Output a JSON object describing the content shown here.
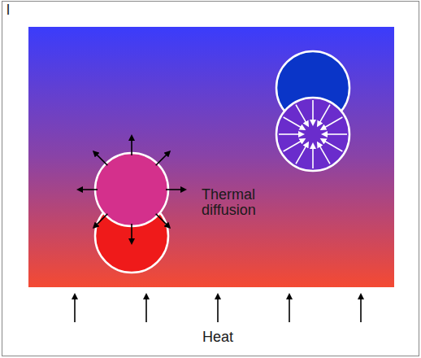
{
  "diagram": {
    "labels": [
      "l",
      "Thermal diffusion",
      "Heat"
    ]
  }
}
